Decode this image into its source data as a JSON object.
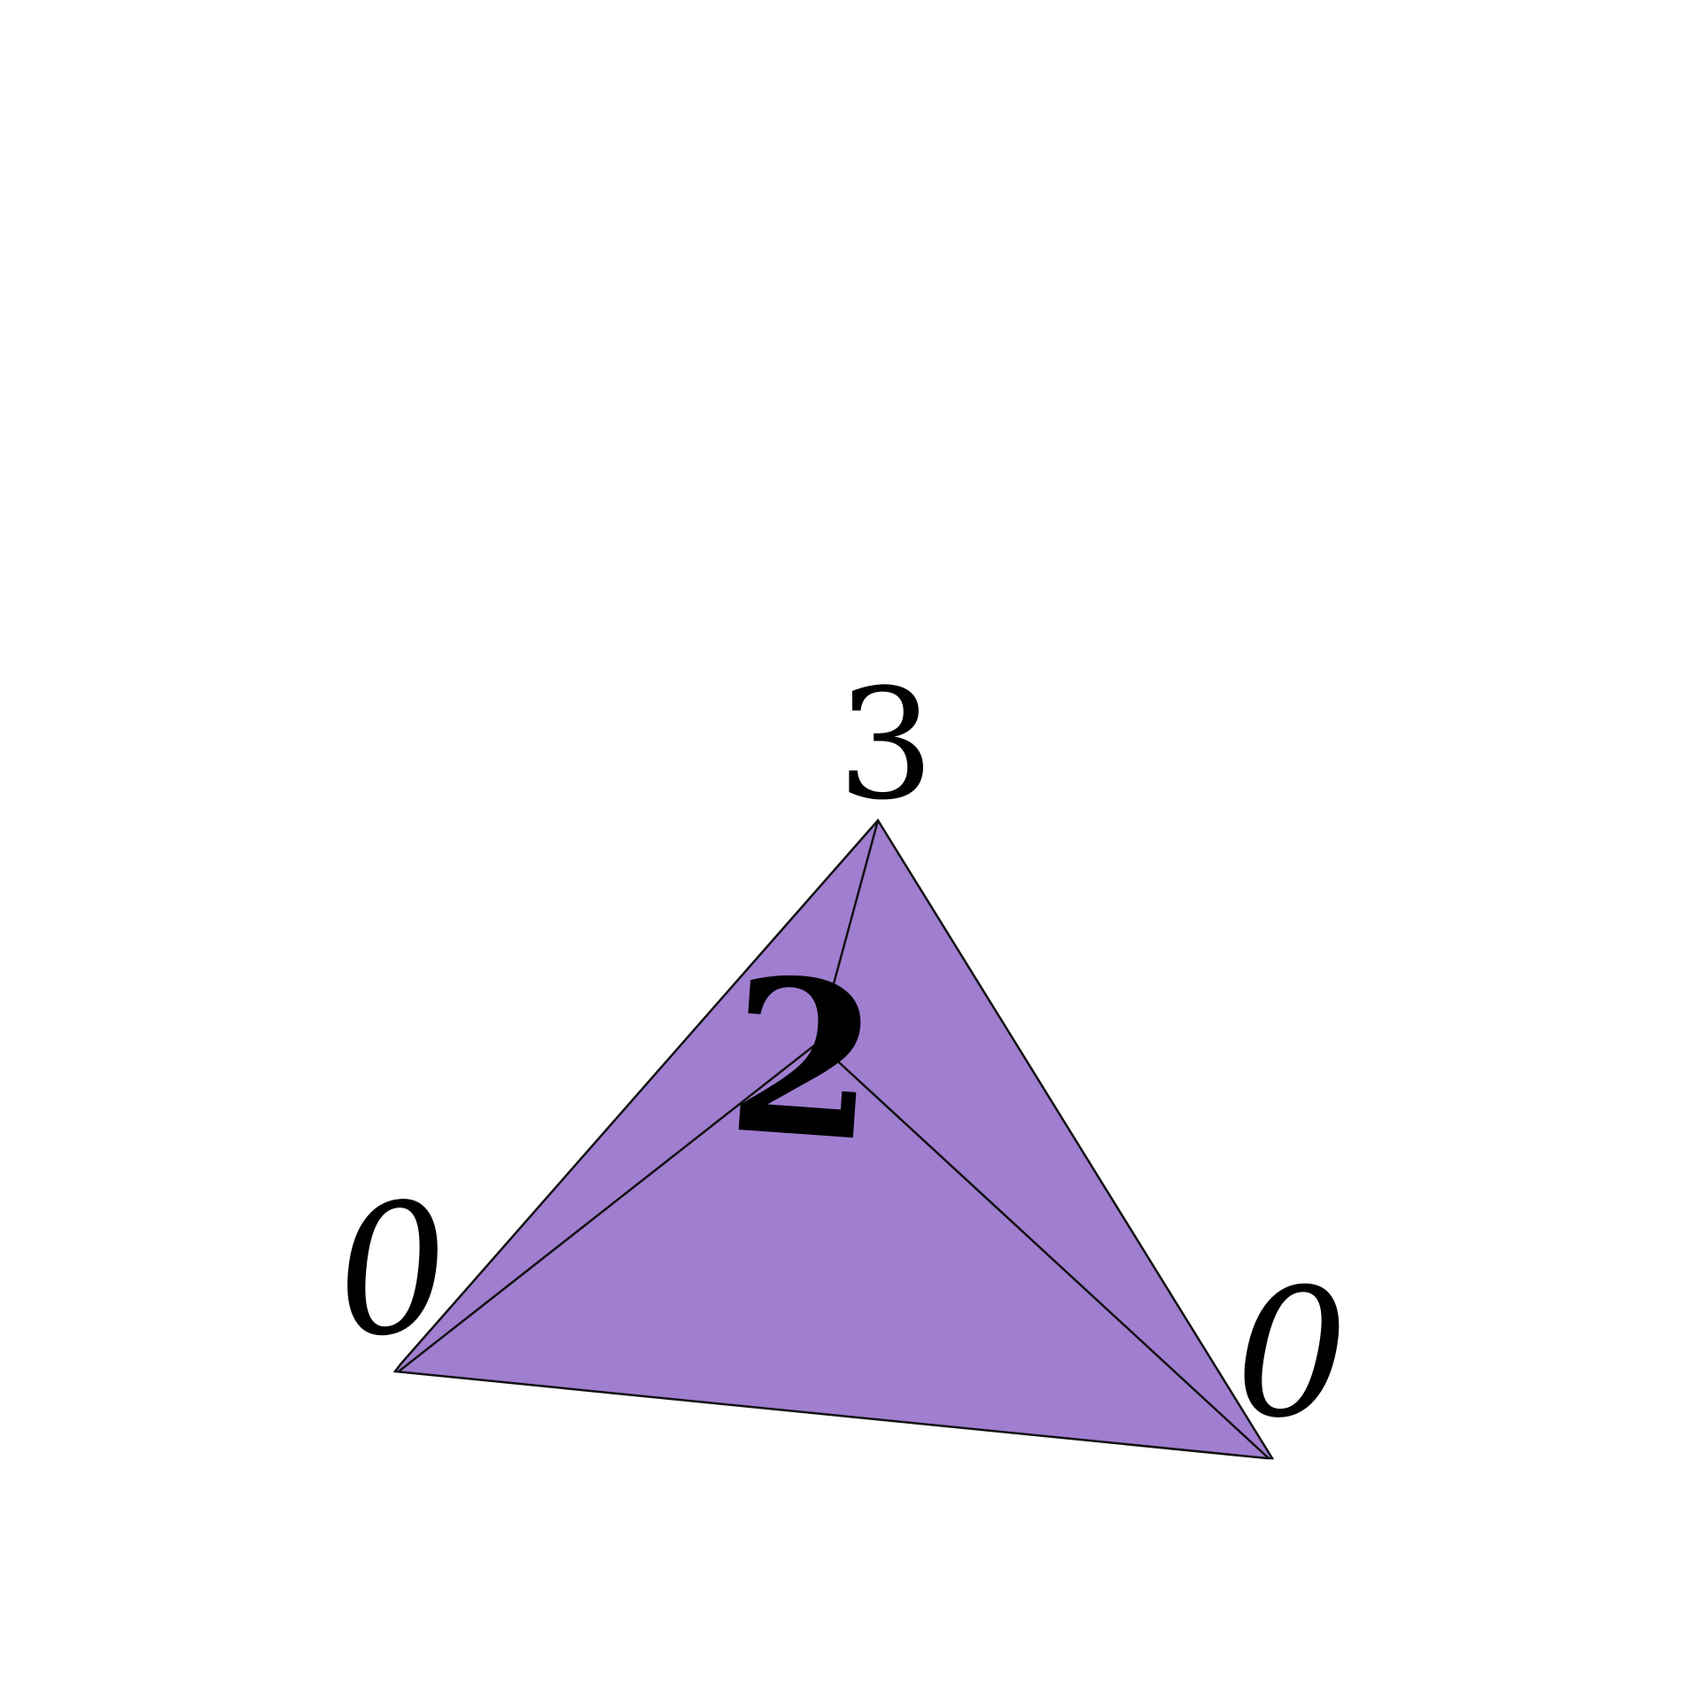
{
  "diagram": {
    "shape": "tetrahedron",
    "fill_color": "#a07ed0",
    "edge_color": "#111111",
    "vertex_labels": {
      "top": "3",
      "back": "2",
      "left": "0",
      "right": "0"
    }
  }
}
